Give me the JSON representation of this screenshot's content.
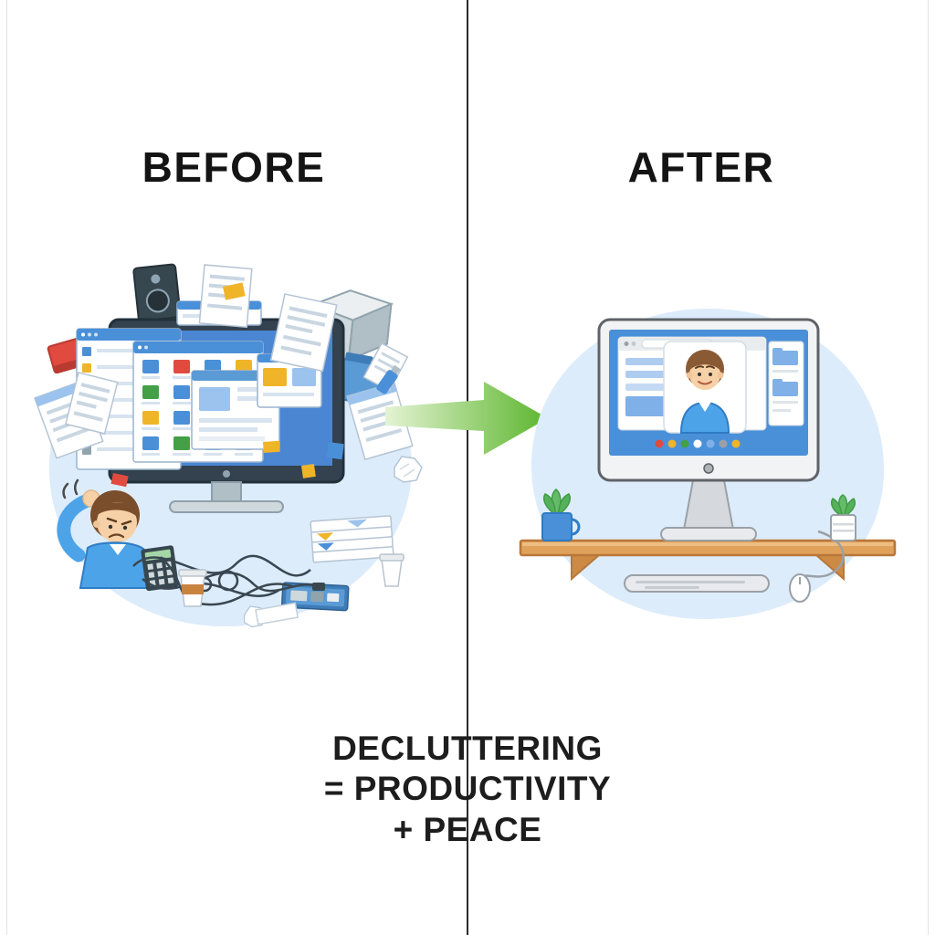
{
  "headings": {
    "before": "BEFORE",
    "after": "AFTER"
  },
  "caption": {
    "lines": [
      "DECLUTTERING",
      "= PRODUCTIVITY",
      "+ PEACE"
    ]
  },
  "arrow": {
    "direction": "right",
    "meaning": "transformation from cluttered to clean"
  },
  "colors": {
    "background": "#ffffff",
    "divider": "#2b2b2b",
    "heading_text": "#141414",
    "caption_text": "#1d1d1d",
    "accent_blue": "#4a90d9",
    "blob_blue": "#dcecfb",
    "arrow_green": "#5cb62e",
    "arrow_green_light": "#e4f3d3",
    "desk_wood": "#e0a25a",
    "sweater_blue": "#4da3e8",
    "skin": "#f6d1a7",
    "hair_brown": "#7a4e2b",
    "alert_red": "#e04a3f",
    "note_yellow": "#f0b429",
    "plant_green": "#57b05c"
  },
  "scene_before": {
    "items": [
      "cluttered-monitor",
      "overlapping-app-windows",
      "scattered-papers",
      "storage-boxes",
      "speaker",
      "stressed-person",
      "tangled-cables",
      "coffee-cup",
      "calculator",
      "paper-stack",
      "gadget-tray",
      "crumpled-paper"
    ]
  },
  "scene_after": {
    "items": [
      "clean-monitor",
      "browser-window",
      "video-call-avatar",
      "folder-panel",
      "dock-icons",
      "wooden-shelf",
      "potted-plant-left",
      "potted-plant-right",
      "keyboard",
      "mouse"
    ]
  }
}
